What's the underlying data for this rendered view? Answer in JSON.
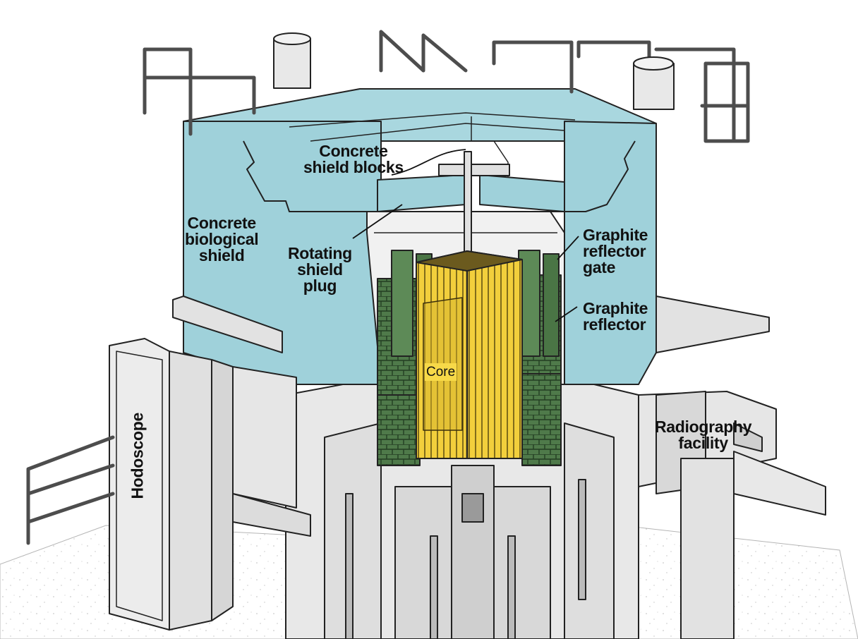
{
  "labels": {
    "concrete_shield_blocks": [
      "Concrete",
      "shield blocks"
    ],
    "concrete_biological_shield": [
      "Concrete",
      "biological",
      "shield"
    ],
    "rotating_shield_plug": [
      "Rotating",
      "shield",
      "plug"
    ],
    "graphite_reflector_gate": [
      "Graphite",
      "reflector",
      "gate"
    ],
    "graphite_reflector": [
      "Graphite",
      "reflector"
    ],
    "core": "Core",
    "hodoscope": "Hodoscope",
    "radiography_facility": [
      "Radiography",
      "facility"
    ]
  },
  "colors": {
    "concrete_shield": "#9fd1da",
    "graphite": "#4f7a4a",
    "core_fuel": "#f2cf3c",
    "structure": "#e6e6e6",
    "outline": "#222222"
  }
}
